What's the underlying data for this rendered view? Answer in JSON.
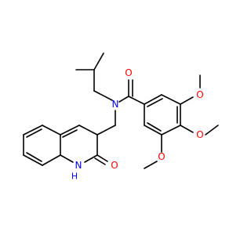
{
  "molecule": {
    "atoms": {
      "amide_N": "N",
      "carbonyl_O": "O",
      "methoxy_O_top": "O",
      "methoxy_O_mid": "O",
      "methoxy_O_bottom": "O",
      "quinolinone_O": "O",
      "quinolinone_NH": "N",
      "quinolinone_H": "H"
    },
    "colors": {
      "bond": "#000000",
      "nitrogen": "#0000ff",
      "oxygen": "#ff0000"
    }
  }
}
